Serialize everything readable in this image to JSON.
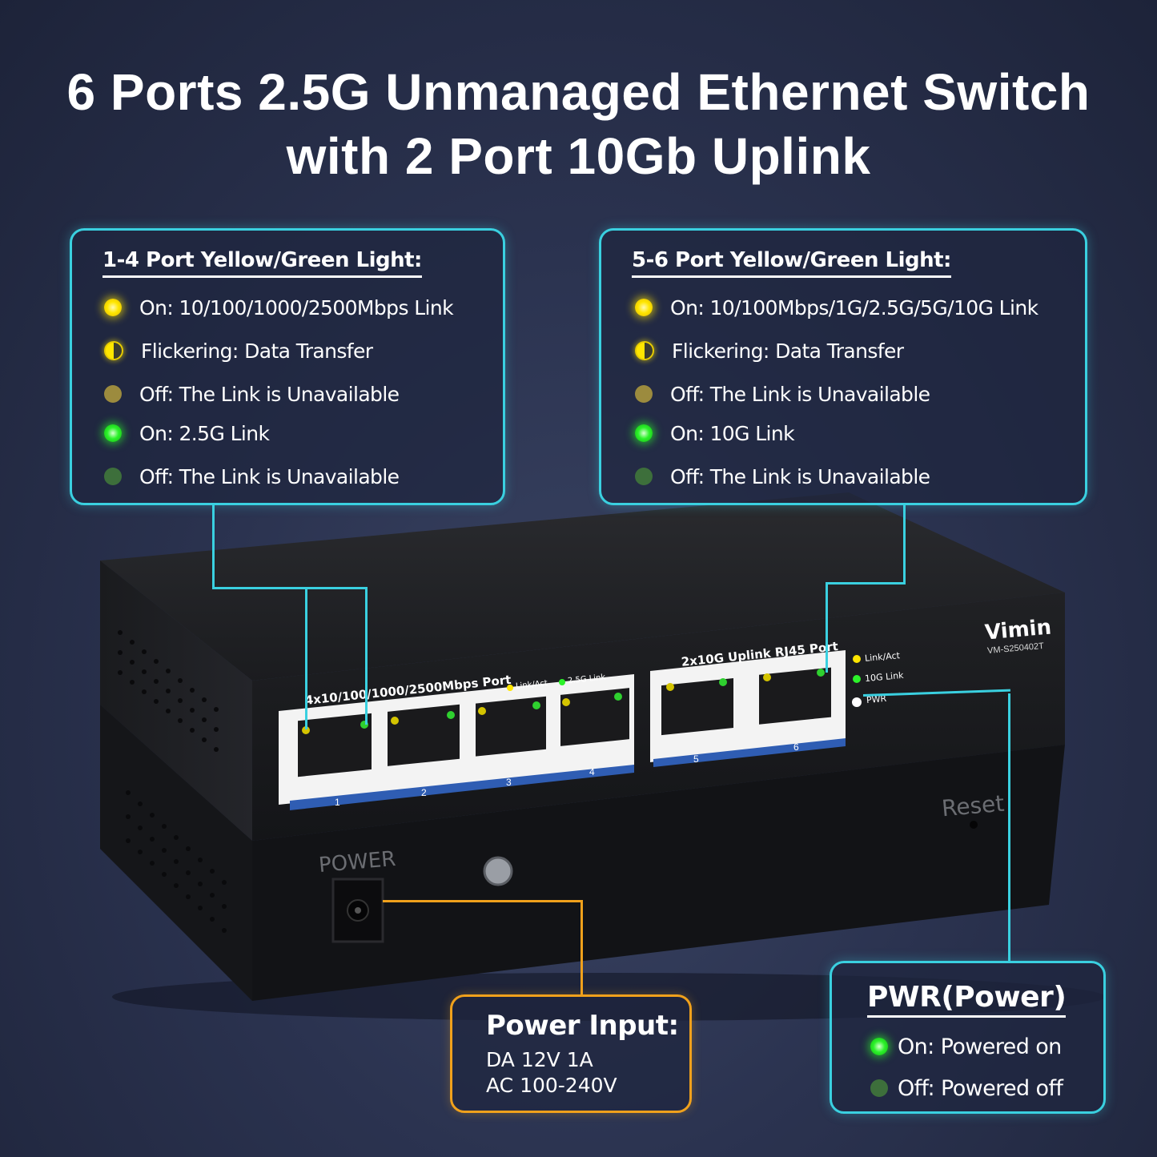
{
  "headline": {
    "line1": "6 Ports 2.5G Unmanaged Ethernet Switch",
    "line2": "with 2 Port 10Gb Uplink"
  },
  "left_callout": {
    "title": "1-4 Port Yellow/Green Light:",
    "items": [
      {
        "led": "yellow-on",
        "text": "On: 10/100/1000/2500Mbps Link"
      },
      {
        "led": "yellow-flicker",
        "text": "Flickering: Data Transfer"
      },
      {
        "led": "yellow-off",
        "text": "Off: The Link is Unavailable"
      },
      {
        "led": "green-on",
        "text": "On: 2.5G Link"
      },
      {
        "led": "green-off",
        "text": "Off: The Link is Unavailable"
      }
    ]
  },
  "right_callout": {
    "title": "5-6 Port Yellow/Green Light:",
    "items": [
      {
        "led": "yellow-on",
        "text": "On: 10/100Mbps/1G/2.5G/5G/10G Link"
      },
      {
        "led": "yellow-flicker",
        "text": "Flickering: Data Transfer"
      },
      {
        "led": "yellow-off",
        "text": "Off: The Link is Unavailable"
      },
      {
        "led": "green-on",
        "text": "On: 10G Link"
      },
      {
        "led": "green-off",
        "text": "Off: The Link is Unavailable"
      }
    ]
  },
  "device": {
    "brand": "Vimin",
    "model": "VM-S250402T",
    "port_group_1_label": "4x10/100/1000/2500Mbps Port",
    "port_group_2_label": "2x10G Uplink RJ45 Port",
    "led_legend_linkact": "Link/Act",
    "led_legend_25g": "2.5G Link",
    "led_legend_10g": "10G Link",
    "led_legend_pwr": "PWR",
    "port_numbers": [
      "1",
      "2",
      "3",
      "4",
      "5",
      "6"
    ],
    "reset_label": "Reset",
    "power_label": "POWER"
  },
  "power_callout": {
    "title": "Power Input:",
    "line1": "DA 12V 1A",
    "line2": "AC 100-240V"
  },
  "pwr_callout": {
    "title": "PWR(Power)",
    "on_text": "On: Powered on",
    "off_text": "Off: Powered off"
  },
  "colors": {
    "callout_border": "#3ad0e0",
    "power_border": "#f0a11c",
    "led_yellow": "#ffe600",
    "led_green": "#2cf22a",
    "port_strip_blue": "#2f5db3"
  }
}
